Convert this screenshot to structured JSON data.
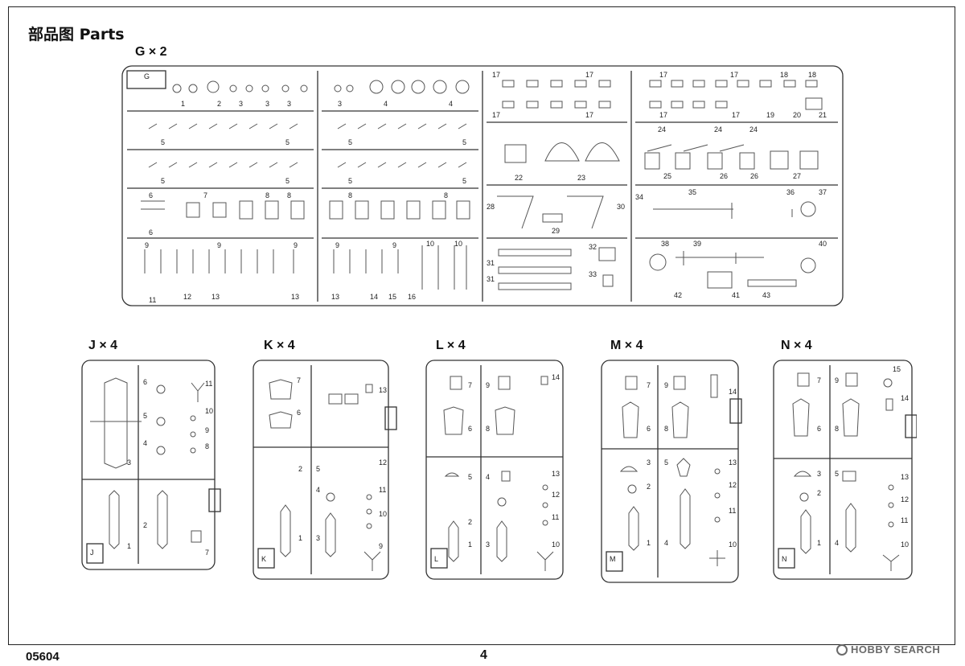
{
  "page": {
    "title": "部品图  Parts",
    "code": "05604",
    "page_number": "4",
    "watermark": "HOBBY SEARCH"
  },
  "sprues": {
    "G": {
      "label": "G × 2",
      "letter": "G",
      "numbers": [
        "1",
        "2",
        "3",
        "3",
        "3",
        "3",
        "4",
        "4",
        "5",
        "5",
        "5",
        "5",
        "5",
        "5",
        "6",
        "6",
        "7",
        "8",
        "8",
        "8",
        "8",
        "9",
        "9",
        "9",
        "9",
        "9",
        "10",
        "10",
        "11",
        "12",
        "13",
        "13",
        "13",
        "14",
        "15",
        "16",
        "17",
        "17",
        "17",
        "17",
        "17",
        "17",
        "17",
        "17",
        "18",
        "18",
        "19",
        "20",
        "21",
        "22",
        "23",
        "24",
        "24",
        "24",
        "25",
        "26",
        "27",
        "28",
        "29",
        "30",
        "31",
        "31",
        "32",
        "33",
        "34",
        "35",
        "36",
        "37",
        "38",
        "39",
        "40",
        "41",
        "42",
        "43"
      ]
    },
    "J": {
      "label": "J × 4",
      "letter": "J",
      "numbers": [
        "6",
        "5",
        "4",
        "3",
        "11",
        "10",
        "9",
        "8",
        "2",
        "1",
        "7"
      ]
    },
    "K": {
      "label": "K × 4",
      "letter": "K",
      "numbers": [
        "7",
        "6",
        "13",
        "2",
        "5",
        "4",
        "3",
        "1",
        "12",
        "11",
        "10",
        "9"
      ]
    },
    "L": {
      "label": "L × 4",
      "letter": "L",
      "numbers": [
        "7",
        "9",
        "6",
        "8",
        "14",
        "5",
        "4",
        "2",
        "3",
        "1",
        "13",
        "12",
        "11",
        "10"
      ]
    },
    "M": {
      "label": "M × 4",
      "letter": "M",
      "numbers": [
        "7",
        "9",
        "6",
        "8",
        "14",
        "5",
        "3",
        "2",
        "4",
        "1",
        "13",
        "12",
        "11",
        "10"
      ]
    },
    "N": {
      "label": "N × 4",
      "letter": "N",
      "numbers": [
        "7",
        "9",
        "6",
        "8",
        "15",
        "14",
        "5",
        "3",
        "2",
        "4",
        "1",
        "13",
        "12",
        "11",
        "10"
      ]
    }
  }
}
